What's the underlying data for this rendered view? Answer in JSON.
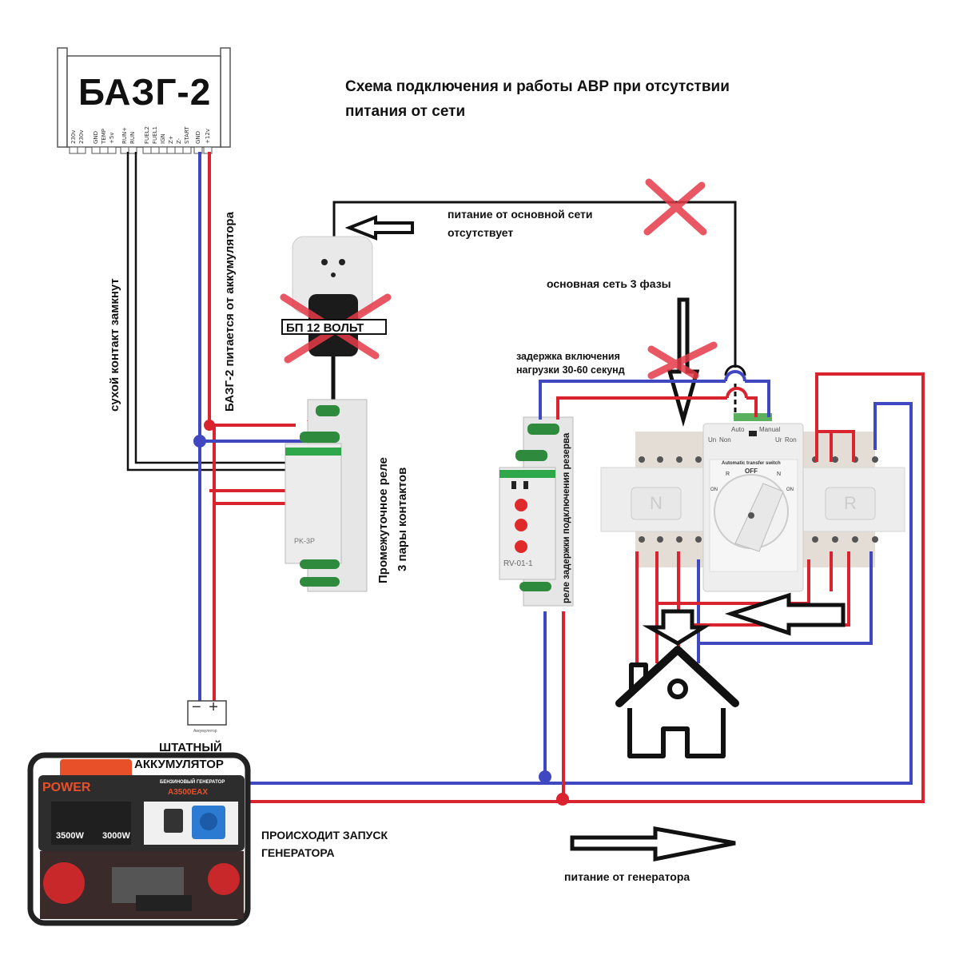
{
  "title": {
    "line1": "Схема подключения и работы АВР при отсутствии",
    "line2": "питания от сети"
  },
  "controller": {
    "name": "БАЗГ-2",
    "pins": [
      "230v",
      "230v",
      "GND",
      "TEMP",
      "+5v",
      "RUN+",
      "RUN",
      "FUEL2",
      "FUEL1",
      "IGN",
      "Z+",
      "Z-",
      "START",
      "GND",
      "+12v"
    ]
  },
  "labels": {
    "dry_contact": "сухой контакт замкнут",
    "battery_power": "БАЗГ-2 питается от аккумулятора",
    "mains_absent_1": "питание от основной сети",
    "mains_absent_2": "отсутствует",
    "main_grid": "основная сеть 3 фазы",
    "delay_1": "задержка включения",
    "delay_2": "нагрузки 30-60 секунд",
    "intermediate_relay_1": "Промежуточное реле",
    "intermediate_relay_2": "3 пары контактов",
    "delay_relay": "реле задержки подключения резерва",
    "psu": "БП 12 ВОЛЬТ",
    "battery_1": "ШТАТНЫЙ",
    "battery_2": "АККУМУЛЯТОР",
    "battery_small": "Аккумулятор",
    "gen_start_1": "ПРОИСХОДИТ ЗАПУСК",
    "gen_start_2": "ГЕНЕРАТОРА",
    "gen_power": "питание от генератора"
  },
  "devices": {
    "relay_pk": "PK-3P",
    "relay_rv": "RV-01-1",
    "ats_title": "Automatic transfer switch",
    "ats_auto": "Auto",
    "ats_manual": "Manual",
    "ats_un": "Un",
    "ats_non": "Non",
    "ats_ur": "Ur",
    "ats_ron": "Ron",
    "ats_off": "OFF",
    "ats_r": "R",
    "ats_n": "N",
    "ats_on": "ON",
    "ats_left": "N",
    "ats_right": "R"
  },
  "generator": {
    "brand": "POWER",
    "type": "БЕНЗИНОВЫЙ ГЕНЕРАТОР",
    "model": "A3500EAX",
    "max_power": "3500W",
    "rated_power": "3000W"
  },
  "battery_symbol": "− +",
  "colors": {
    "phase": "#d9232e",
    "neutral": "#3f48c0",
    "signal": "#111111",
    "cross": "#e53a48"
  }
}
